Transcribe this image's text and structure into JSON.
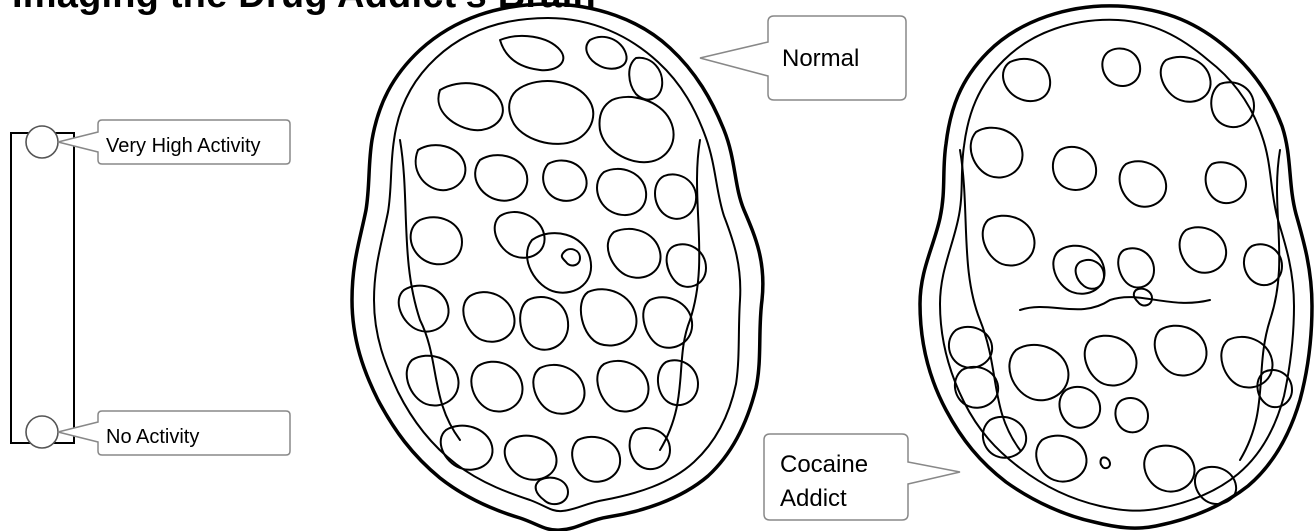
{
  "title": "Imaging the Drug Addict's Brain",
  "legend": {
    "high_label": "Very High Activity",
    "low_label": "No Activity"
  },
  "scans": {
    "normal": {
      "label": "Normal"
    },
    "addict": {
      "label_line1": "Cocaine",
      "label_line2": "Addict"
    }
  }
}
